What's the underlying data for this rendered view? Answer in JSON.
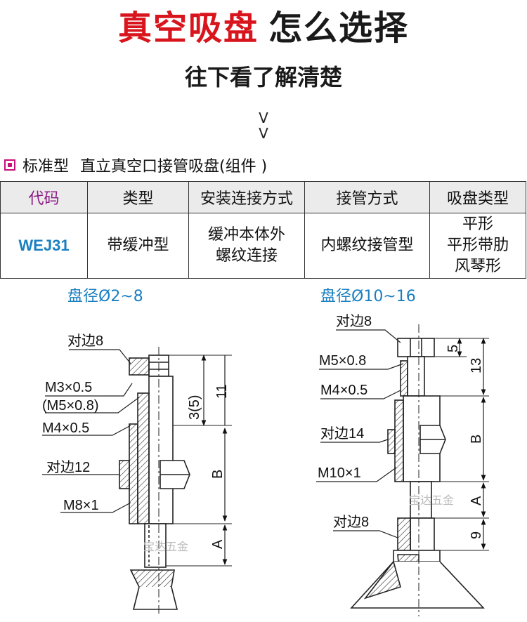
{
  "header": {
    "title_red": "真空吸盘",
    "title_dark": "怎么选择",
    "subtitle": "往下看了解清楚",
    "chevron": "V"
  },
  "section": {
    "std_label": "标准型",
    "name": "直立真空口接管吸盘(组件 )"
  },
  "table": {
    "headers": [
      "代码",
      "类型",
      "安装连接方式",
      "接管方式",
      "吸盘类型"
    ],
    "row": {
      "code": "WEJ31",
      "type": "带缓冲型",
      "mount_line1": "缓冲本体外",
      "mount_line2": "螺纹连接",
      "pipe": "内螺纹接管型",
      "pad_1": "平形",
      "pad_2": "平形带肋",
      "pad_3": "风琴形"
    }
  },
  "diagram_left": {
    "title": "盘径Ø2~8",
    "labels": {
      "hex_top": "对边8",
      "thread1": "M3×0.5",
      "thread1_alt": "(M5×0.8)",
      "thread2": "M4×0.5",
      "hex_nut": "对边12",
      "thread3": "M8×1",
      "dim_11": "11",
      "dim_3": "3(5)",
      "dim_b": "B",
      "dim_a": "A"
    }
  },
  "diagram_right": {
    "title": "盘径Ø10~16",
    "labels": {
      "hex_top": "对边8",
      "thread1": "M5×0.8",
      "thread2": "M4×0.5",
      "hex_nut": "对边14",
      "thread3": "M10×1",
      "hex_bottom": "对边8",
      "dim_5": "5",
      "dim_13": "13",
      "dim_b": "B",
      "dim_a": "A",
      "dim_9": "9"
    }
  },
  "watermark": "宝达五金",
  "colors": {
    "red": "#d8141c",
    "purple": "#8c1b85",
    "blue": "#1a7fc0",
    "header_bg": "#ebebeb"
  }
}
